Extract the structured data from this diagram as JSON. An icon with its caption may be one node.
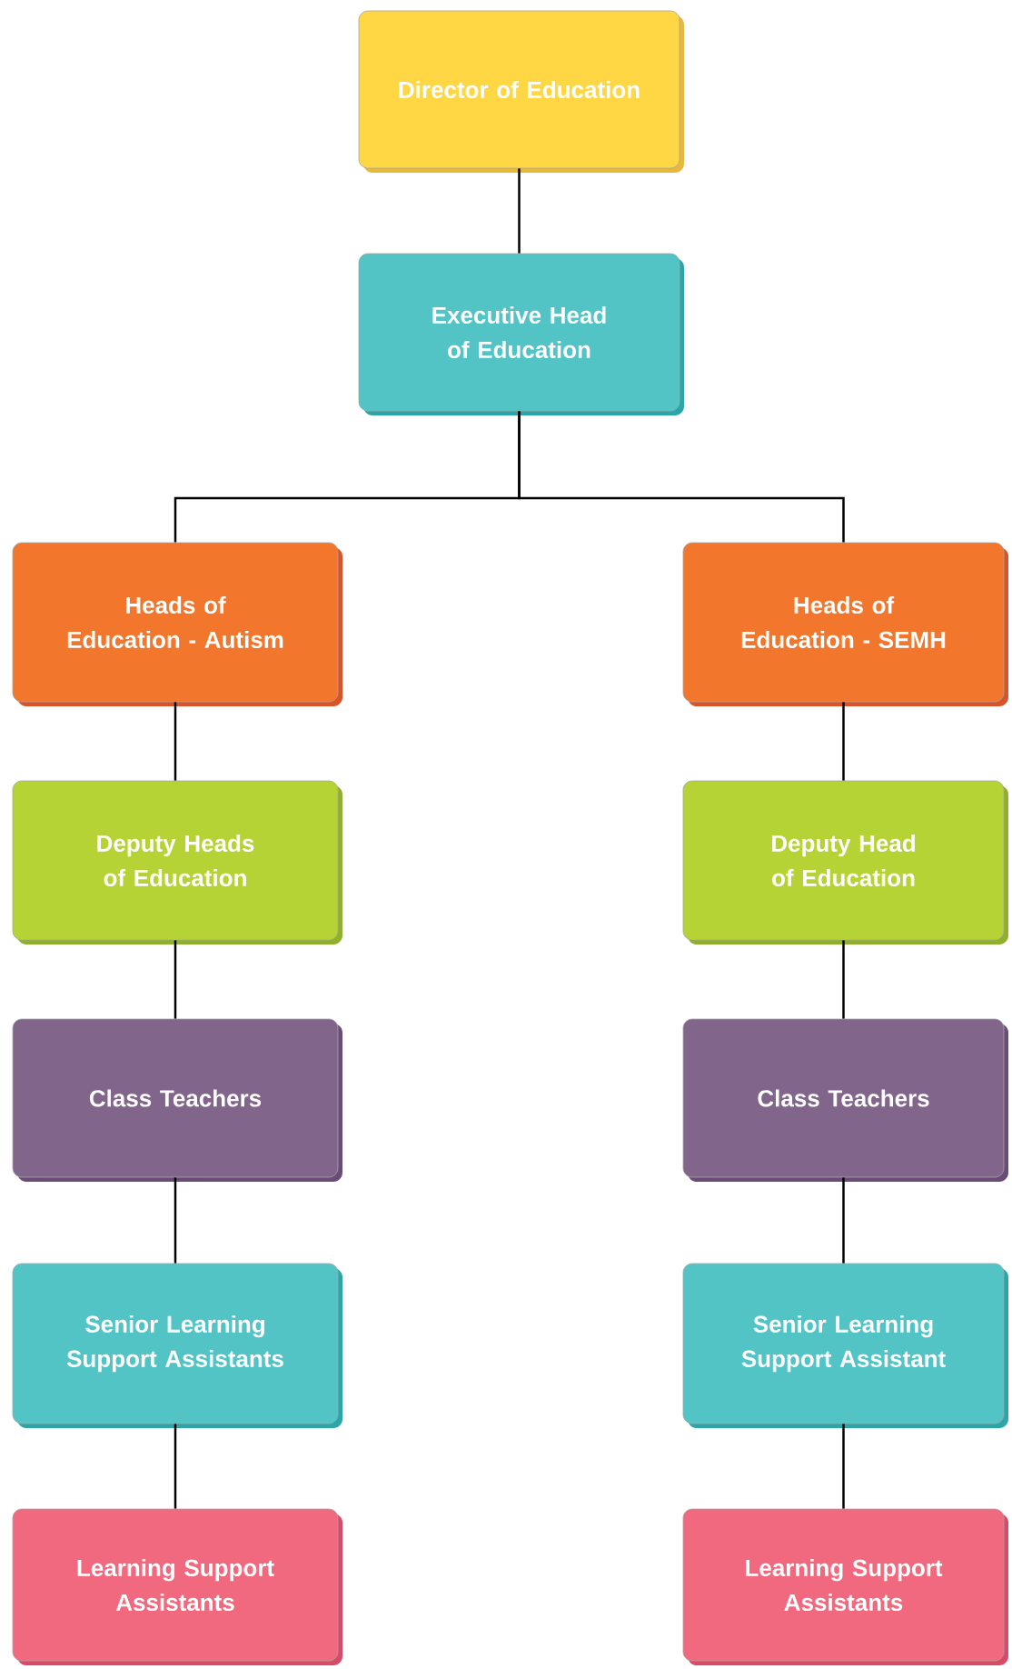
{
  "diagram": {
    "nodes": [
      {
        "text": [
          "Director of Education"
        ]
      },
      {
        "text": [
          "Executive Head of Education"
        ]
      },
      {
        "text": [
          "Heads of Education - Autism"
        ]
      },
      {
        "text": [
          "Heads of Education - SEMH"
        ]
      },
      {
        "text": [
          "Deputy Heads of Education"
        ]
      },
      {
        "text": [
          "Deputy Head of Education"
        ]
      },
      {
        "text": [
          "Class Teachers"
        ]
      },
      {
        "text": [
          "Class Teachers"
        ]
      },
      {
        "text": [
          "Senior Learning Support Assistants"
        ]
      },
      {
        "text": [
          "Senior Learning Support Assistant"
        ]
      },
      {
        "text": [
          "Learning Support Assistants"
        ]
      },
      {
        "text": [
          "Learning Support Assistants"
        ]
      }
    ],
    "edges": [
      {
        "from": 0,
        "to": 1,
        "arrow": "none"
      },
      {
        "from": 1,
        "to": 2,
        "arrow": "none"
      },
      {
        "from": 1,
        "to": 3,
        "arrow": "none"
      },
      {
        "from": 2,
        "to": 4,
        "arrow": "none"
      },
      {
        "from": 3,
        "to": 5,
        "arrow": "none"
      },
      {
        "from": 4,
        "to": 6,
        "arrow": "none"
      },
      {
        "from": 5,
        "to": 7,
        "arrow": "none"
      },
      {
        "from": 6,
        "to": 8,
        "arrow": "none"
      },
      {
        "from": 7,
        "to": 9,
        "arrow": "none"
      },
      {
        "from": 8,
        "to": 10,
        "arrow": "none"
      },
      {
        "from": 9,
        "to": 11,
        "arrow": "none"
      }
    ]
  }
}
